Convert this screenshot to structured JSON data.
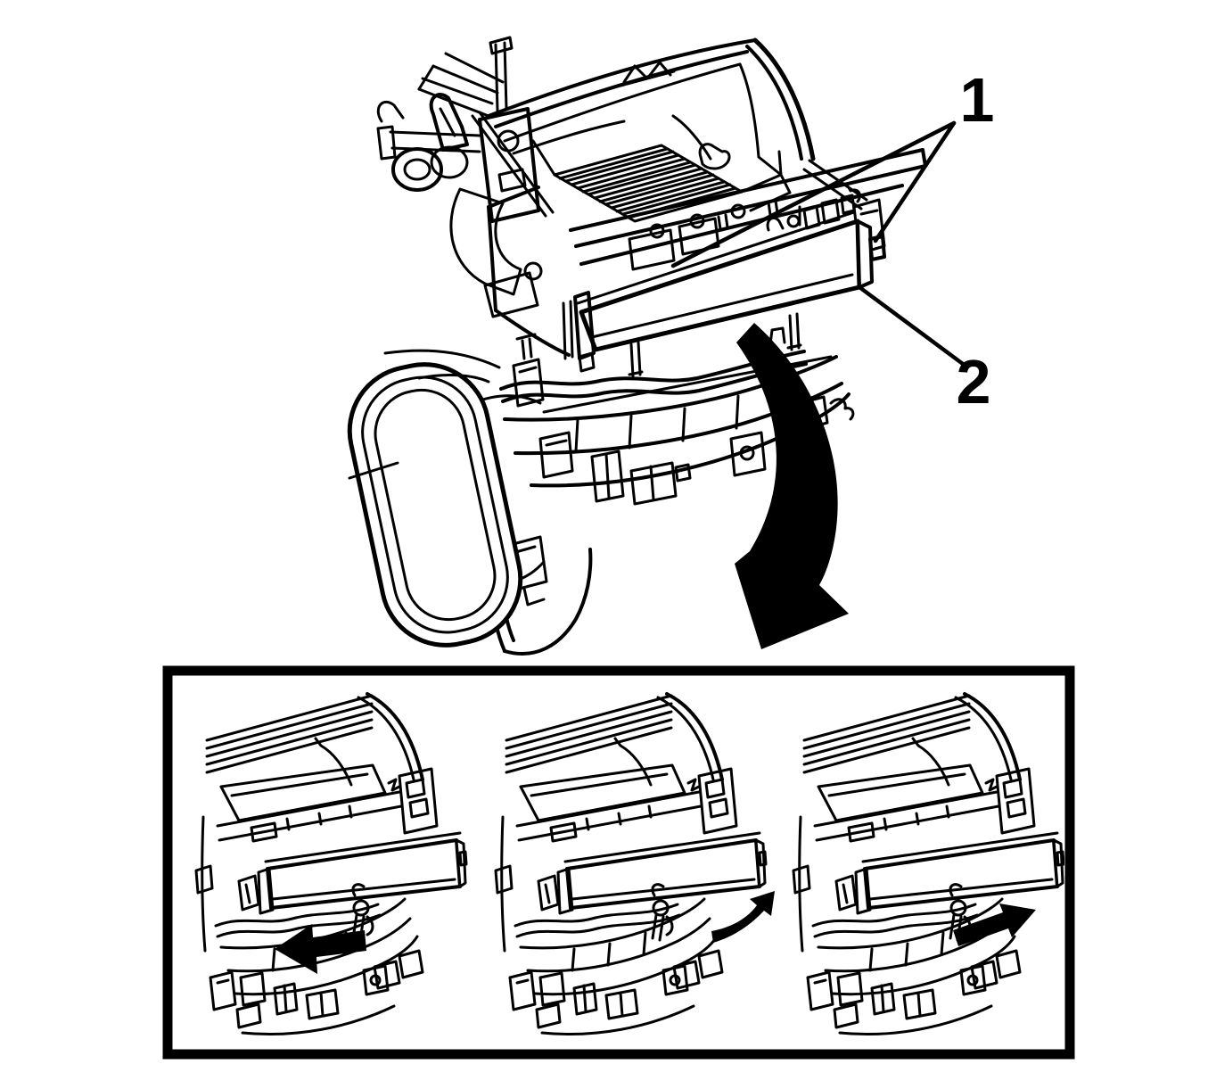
{
  "diagram": {
    "description": "hvac-module-cabin-air-filter-removal-line-illustration",
    "background_color": "#ffffff",
    "line_color": "#000000",
    "callouts": [
      {
        "label": "1"
      },
      {
        "label": "2"
      }
    ],
    "main_view": {
      "motion_arrow_icon": "curved-down-arrow"
    },
    "inset": {
      "panel_count": 3,
      "panels": [
        {
          "arrow_icon": "left-arrow"
        },
        {
          "arrow_icon": "curved-up-right-arrow"
        },
        {
          "arrow_icon": "right-arrow"
        }
      ]
    }
  }
}
